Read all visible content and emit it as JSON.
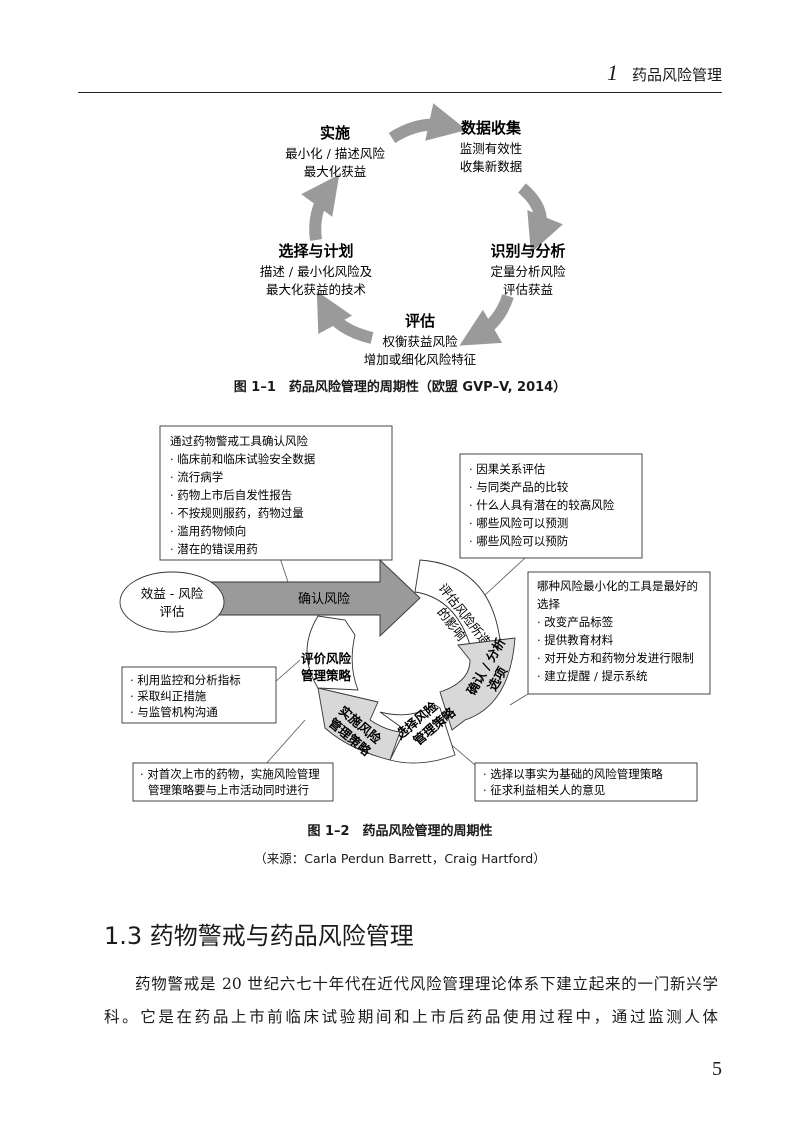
{
  "header": {
    "chapter_number": "1",
    "chapter_title": "药品风险管理"
  },
  "figure1": {
    "nodes": [
      {
        "title": "数据收集",
        "lines": [
          "监测有效性",
          "收集新数据"
        ]
      },
      {
        "title": "识别与分析",
        "lines": [
          "定量分析风险",
          "评估获益"
        ]
      },
      {
        "title": "评估",
        "lines": [
          "权衡获益风险",
          "增加或细化风险特征"
        ]
      },
      {
        "title": "选择与计划",
        "lines": [
          "描述 / 最小化风险及",
          "最大化获益的技术"
        ]
      },
      {
        "title": "实施",
        "lines": [
          "最小化 / 描述风险",
          "最大化获益"
        ]
      }
    ],
    "caption": "图 1–1　药品风险管理的周期性（欧盟 GVP–V, 2014）"
  },
  "figure2": {
    "ellipse_label": [
      "效益 - 风险",
      "评估"
    ],
    "arrow_confirm": "确认风险",
    "seg_assess": [
      "评估风险所造成",
      "的影响"
    ],
    "seg_identify": [
      "确认 / 分析",
      "选项"
    ],
    "seg_choose": [
      "选择风险",
      "管理策略"
    ],
    "seg_implement": [
      "实施风险",
      "管理策略"
    ],
    "seg_evaluate": [
      "评价风险",
      "管理策略"
    ],
    "box_tools": [
      "通过药物警戒工具确认风险",
      "· 临床前和临床试验安全数据",
      "· 流行病学",
      "· 药物上市后自发性报告",
      "· 不按规则服药，药物过量",
      "· 滥用药物倾向",
      "· 潜在的错误用药"
    ],
    "box_causal": [
      "· 因果关系评估",
      "· 与同类产品的比较",
      "· 什么人具有潜在的较高风险",
      "· 哪些风险可以预测",
      "· 哪些风险可以预防"
    ],
    "box_minimize": [
      "哪种风险最小化的工具是最好的",
      "选择",
      "· 改变产品标签",
      "· 提供教育材料",
      "· 对开处方和药物分发进行限制",
      "· 建立提醒 / 提示系统"
    ],
    "box_monitor": [
      "· 利用监控和分析指标",
      "· 采取纠正措施",
      "· 与监管机构沟通"
    ],
    "box_first": [
      "· 对首次上市的药物，实施风险管理",
      "管理策略要与上市活动同时进行"
    ],
    "box_evidence": [
      "· 选择以事实为基础的风险管理策略",
      "· 征求利益相关人的意见"
    ],
    "caption": "图 1–2　药品风险管理的周期性",
    "source": "（来源：Carla Perdun Barrett，Craig Hartford）"
  },
  "section": {
    "heading": "1.3  药物警戒与药品风险管理"
  },
  "body": {
    "paragraph": "药物警戒是 20 世纪六七十年代在近代风险管理理论体系下建立起来的一门新兴学科。它是在药品上市前临床试验期间和上市后药品使用过程中，通过监测人体"
  },
  "page_number": "5",
  "colors": {
    "arrow_gray": "#9a9a9a",
    "segment_fill": "#d8d8d8",
    "outline": "#333333"
  }
}
